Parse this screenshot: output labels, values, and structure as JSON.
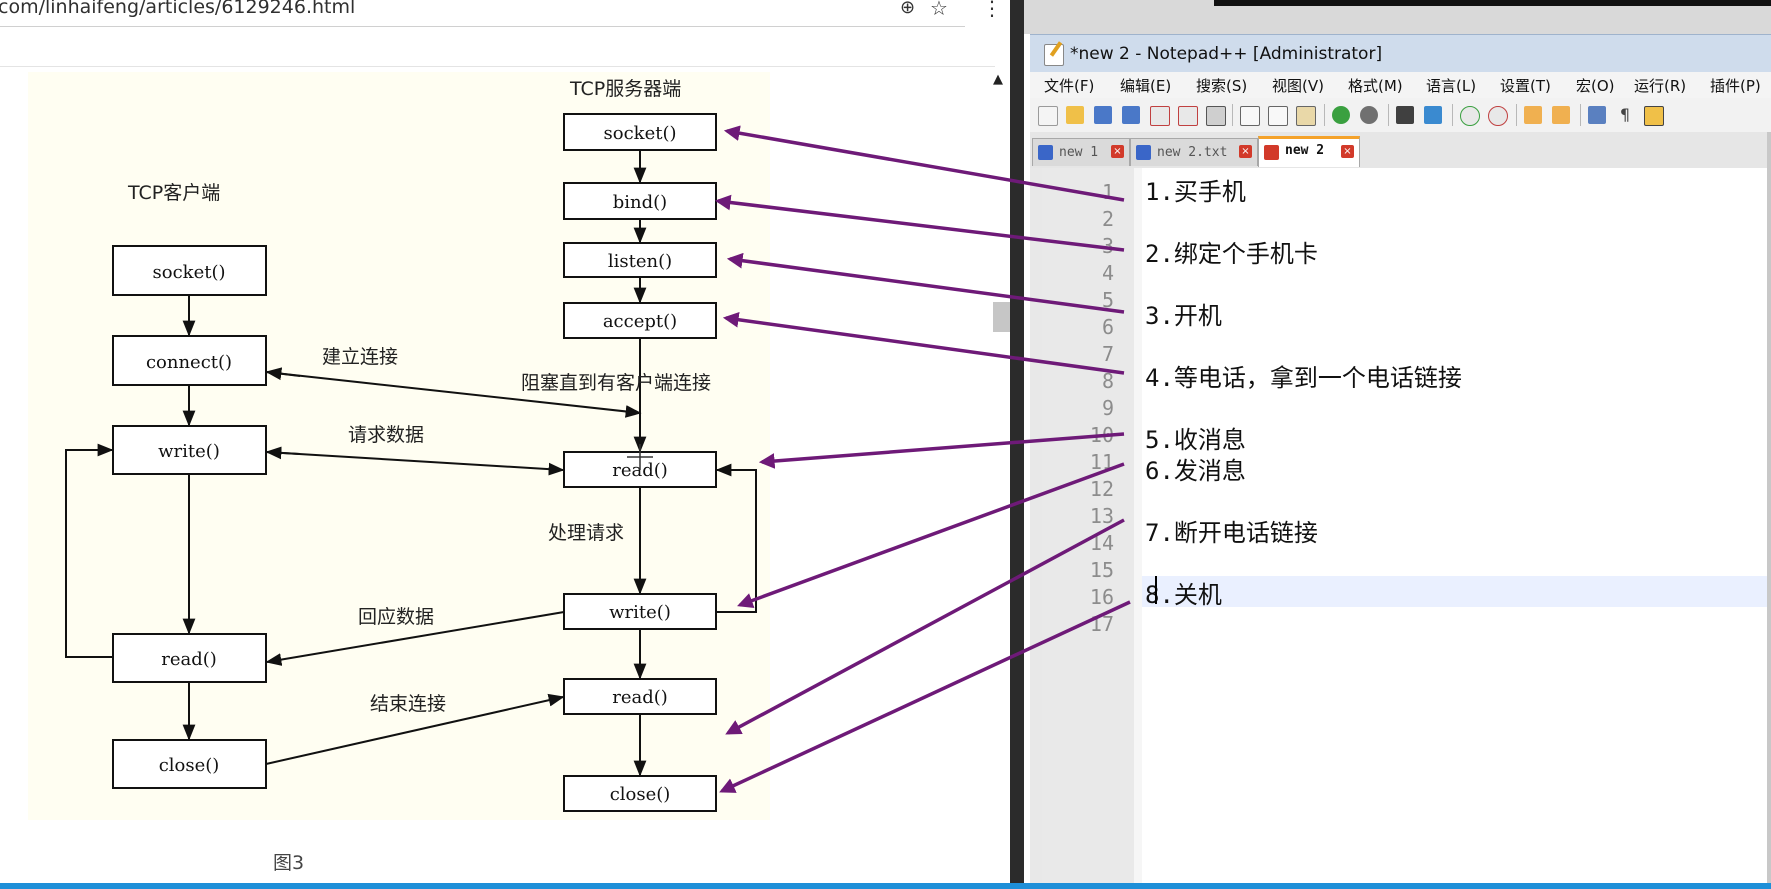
{
  "browser": {
    "url": "com/linhaifeng/articles/6129246.html",
    "zoom_icon": "zoom-icon",
    "star_icon": "star-icon",
    "menu_icon": "more-vertical-icon"
  },
  "diagram": {
    "server_title": "TCP服务器端",
    "client_title": "TCP客户端",
    "server_boxes": [
      "socket()",
      "bind()",
      "listen()",
      "accept()",
      "read()",
      "write()",
      "read()",
      "close()"
    ],
    "client_boxes": [
      "socket()",
      "connect()",
      "write()",
      "read()",
      "close()"
    ],
    "labels": {
      "connect": "建立连接",
      "block": "阻塞直到有客户端连接",
      "request": "请求数据",
      "process": "处理请求",
      "reply": "回应数据",
      "end": "结束连接"
    },
    "caption": "图3"
  },
  "notepad": {
    "title": "*new 2 - Notepad++ [Administrator]",
    "menu": [
      "文件(F)",
      "编辑(E)",
      "搜索(S)",
      "视图(V)",
      "格式(M)",
      "语言(L)",
      "设置(T)",
      "宏(O)",
      "运行(R)",
      "插件(P)"
    ],
    "tabs": [
      {
        "label": "new 1",
        "icon_color": "#3a66c8"
      },
      {
        "label": "new 2.txt",
        "icon_color": "#3a66c8"
      },
      {
        "label": "new 2",
        "icon_color": "#d23a2a"
      }
    ],
    "line_numbers": [
      "1",
      "2",
      "3",
      "4",
      "5",
      "6",
      "7",
      "8",
      "9",
      "10",
      "11",
      "12",
      "13",
      "14",
      "15",
      "16",
      "17"
    ],
    "lines": [
      "1.买手机",
      "",
      "2.绑定个手机卡",
      "",
      "3.开机",
      "",
      "4.等电话，拿到一个电话链接",
      "",
      "5.收消息",
      "6.发消息",
      "",
      "7.断开电话链接",
      "",
      "8.关机",
      "",
      "",
      ""
    ]
  },
  "colors": {
    "annotation_arrow": "#6e1a78",
    "current_line": "#eaf0ff",
    "taskbar_accent": "#1e8fd8"
  }
}
